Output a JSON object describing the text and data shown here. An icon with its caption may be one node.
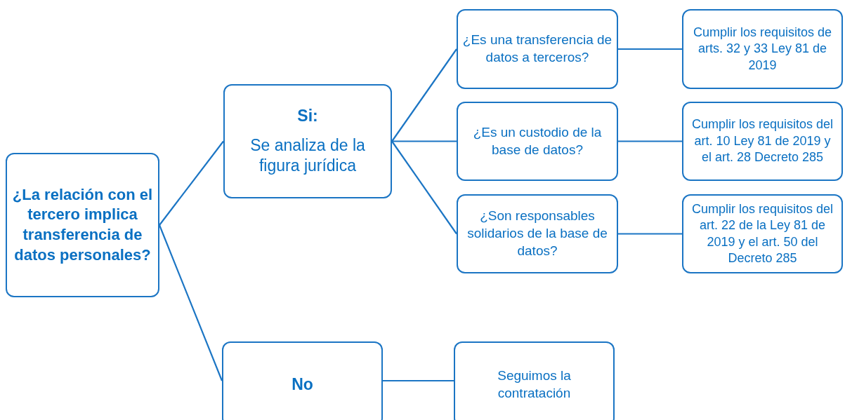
{
  "diagram": {
    "nodes": [
      {
        "text": [
          "¿La relación con el tercero implica transferencia de datos personales?"
        ]
      },
      {
        "text": [
          "Si:",
          "Se analiza de la figura jurídica"
        ]
      },
      {
        "text": [
          "¿Es una transferencia de datos a terceros?"
        ]
      },
      {
        "text": [
          "¿Es un custodio de la base de datos?"
        ]
      },
      {
        "text": [
          "¿Son responsables solidarios de la base de datos?"
        ]
      },
      {
        "text": [
          "Cumplir los requisitos de arts. 32 y 33 Ley 81 de 2019"
        ]
      },
      {
        "text": [
          "Cumplir los requisitos del art. 10 Ley 81 de 2019 y el art. 28 Decreto 285"
        ]
      },
      {
        "text": [
          "Cumplir los requisitos del art. 22 de la Ley 81 de 2019 y el art. 50 del Decreto 285"
        ]
      },
      {
        "text": [
          "No"
        ]
      },
      {
        "text": [
          "Seguimos la contratación"
        ]
      }
    ],
    "edges": [
      {
        "from": 0,
        "to": 1,
        "arrow": "none"
      },
      {
        "from": 0,
        "to": 8,
        "arrow": "none"
      },
      {
        "from": 1,
        "to": 2,
        "arrow": "none"
      },
      {
        "from": 1,
        "to": 3,
        "arrow": "none"
      },
      {
        "from": 1,
        "to": 4,
        "arrow": "none"
      },
      {
        "from": 2,
        "to": 5,
        "arrow": "none"
      },
      {
        "from": 3,
        "to": 6,
        "arrow": "none"
      },
      {
        "from": 4,
        "to": 7,
        "arrow": "none"
      },
      {
        "from": 8,
        "to": 9,
        "arrow": "none"
      }
    ]
  }
}
